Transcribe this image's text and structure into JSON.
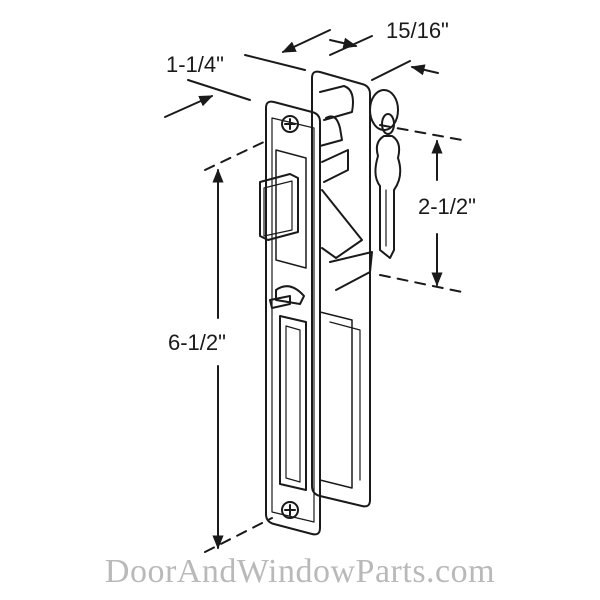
{
  "diagram": {
    "subject": "sliding door mortise lock with keyed cylinder",
    "line_color": "#1a1a1a",
    "background": "#ffffff"
  },
  "dimensions": {
    "depth": "1-1/4\"",
    "cylinder_offset": "15/16\"",
    "cylinder_height": "2-1/2\"",
    "overall_height": "6-1/2\""
  },
  "watermark": {
    "text": "DoorAndWindowParts.com",
    "color": "#b9b9b9"
  }
}
